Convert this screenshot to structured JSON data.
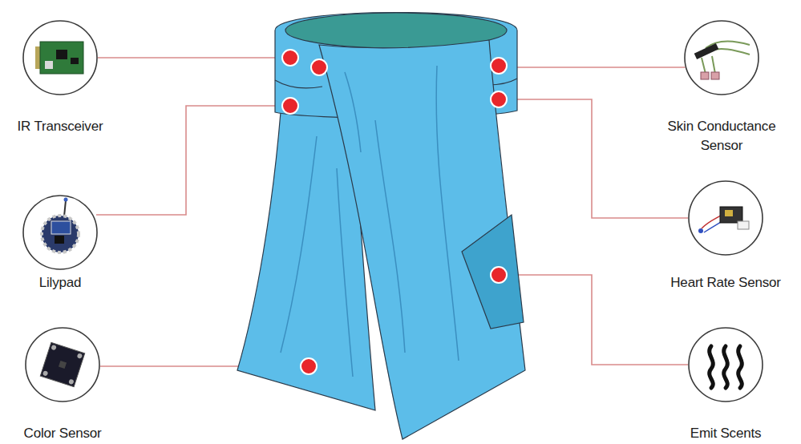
{
  "diagram": {
    "nodes": [
      {
        "text": [
          "IR Transceiver"
        ]
      },
      {
        "text": [
          "Skin Conductance Sensor"
        ]
      },
      {
        "text": [
          "Lilypad"
        ]
      },
      {
        "text": [
          "Heart Rate Sensor"
        ]
      },
      {
        "text": [
          "Color Sensor"
        ]
      },
      {
        "text": [
          "Emit Scents"
        ]
      }
    ]
  }
}
